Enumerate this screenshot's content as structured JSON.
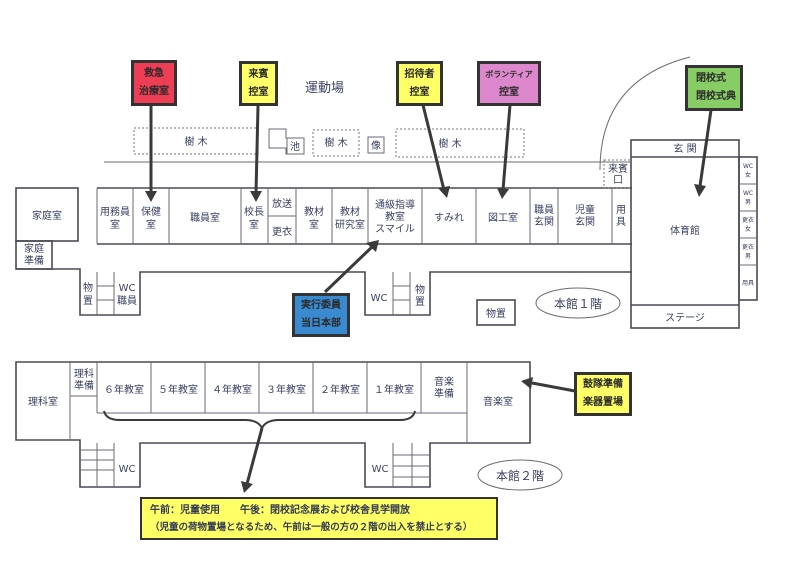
{
  "labels": {
    "first_aid": {
      "line1": "救急",
      "line2": "治療室",
      "color": "#ee3e55"
    },
    "guest_waiting": {
      "line1": "来賓",
      "line2": "控室",
      "color": "#ffff66"
    },
    "invitee_waiting": {
      "line1": "招待者",
      "line2": "控室",
      "color": "#ffff66"
    },
    "volunteer_waiting": {
      "line1": "ボランティア",
      "line2": "控室",
      "color": "#dd88cc"
    },
    "closing_ceremony": {
      "line1": "閉校式",
      "line2": "閉校式典",
      "color": "#88cc66"
    },
    "committee_hq": {
      "line1": "実行委員",
      "line2": "当日本部",
      "color": "#3a8ad0"
    },
    "drum_corps": {
      "line1": "鼓隊準備",
      "line2": "楽器置場",
      "color": "#ffff66"
    }
  },
  "outdoor": {
    "playground": "運動場",
    "trees1": "樹 木",
    "pond": "池",
    "trees2": "樹 木",
    "statue": "像",
    "trees3": "樹 木"
  },
  "floor1": {
    "title": "本館１階",
    "rooms": {
      "home_ec": "家庭室",
      "home_ec_prep": [
        "家庭",
        "準備"
      ],
      "custodian": [
        "用務員",
        "室"
      ],
      "health": [
        "保健",
        "室"
      ],
      "staff": "職員室",
      "principal": [
        "校長",
        "室"
      ],
      "broadcast": "放送",
      "changing": "更衣",
      "materials": [
        "教材",
        "室"
      ],
      "materials_research": [
        "教材",
        "研究室"
      ],
      "special_class": [
        "通級指導",
        "教室",
        "スマイル"
      ],
      "sumire": "すみれ",
      "art": "図工室",
      "staff_entrance": [
        "職員",
        "玄関"
      ],
      "student_entrance": [
        "児童",
        "玄関"
      ],
      "supplies": [
        "用",
        "具"
      ],
      "guest_entrance": [
        "来賓",
        "口"
      ],
      "storage_left": [
        "物",
        "置"
      ],
      "wc_staff": [
        "WC",
        "職員"
      ],
      "wc_center": "WC",
      "storage_center": [
        "物",
        "置"
      ],
      "storage_box": "物置",
      "gym_entrance": "玄 関",
      "gym": "体育館",
      "stage": "ステージ",
      "gym_side": [
        [
          "WC",
          "女"
        ],
        [
          "WC",
          "男"
        ],
        [
          "更衣",
          "女"
        ],
        [
          "更衣",
          "男"
        ],
        [
          "用具"
        ]
      ]
    }
  },
  "floor2": {
    "title": "本館２階",
    "rooms": {
      "science": "理科室",
      "science_prep": [
        "理科",
        "準備"
      ],
      "grade6": "６年教室",
      "grade5": "５年教室",
      "grade4": "４年教室",
      "grade3": "３年教室",
      "grade2": "２年教室",
      "grade1": "１年教室",
      "music_prep": [
        "音楽",
        "準備"
      ],
      "music": "音楽室",
      "wc_left": "WC",
      "wc_right": "WC"
    }
  },
  "note": {
    "line1": "午前：児童使用　　午後：閉校記念展および校舎見学開放",
    "line2": "（児童の荷物置場となるため、午前は一般の方の２階の出入を禁止とする）",
    "color": "#ffff66"
  }
}
